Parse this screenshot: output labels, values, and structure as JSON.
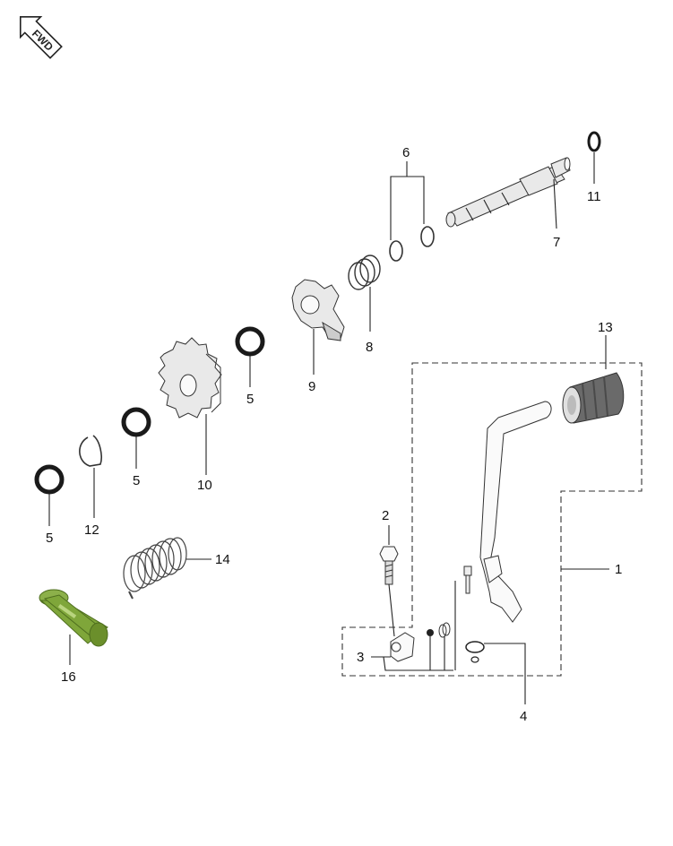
{
  "fwd_label": "FWD",
  "callouts": {
    "c1": "1",
    "c2": "2",
    "c3": "3",
    "c4": "4",
    "c5a": "5",
    "c5b": "5",
    "c5c": "5",
    "c6": "6",
    "c7": "7",
    "c8": "8",
    "c9": "9",
    "c10": "10",
    "c11": "11",
    "c12": "12",
    "c13": "13",
    "c14": "14",
    "c16": "16"
  },
  "colors": {
    "line": "#222222",
    "oring": "#1a1a1a",
    "bushing": "#7fa63a",
    "part_fill": "#e9e9e9"
  }
}
